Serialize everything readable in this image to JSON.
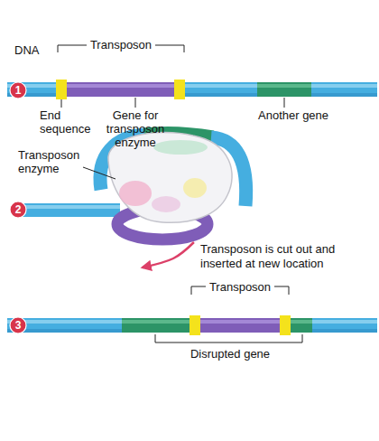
{
  "diagram": {
    "nodes": [
      {
        "text": [
          "DNA",
          "Transposon",
          "End sequence",
          "Gene for transposon enzyme",
          "Another gene"
        ]
      },
      {
        "text": [
          "Transposon enzyme"
        ]
      },
      {
        "text": [
          "Transposon",
          "Disrupted gene"
        ]
      }
    ],
    "edges": [
      {
        "from": 1,
        "to": 2,
        "arrow": "to",
        "label": "Transposon is cut out and inserted at new location"
      }
    ],
    "labels": [
      "1",
      "2",
      "3"
    ]
  }
}
